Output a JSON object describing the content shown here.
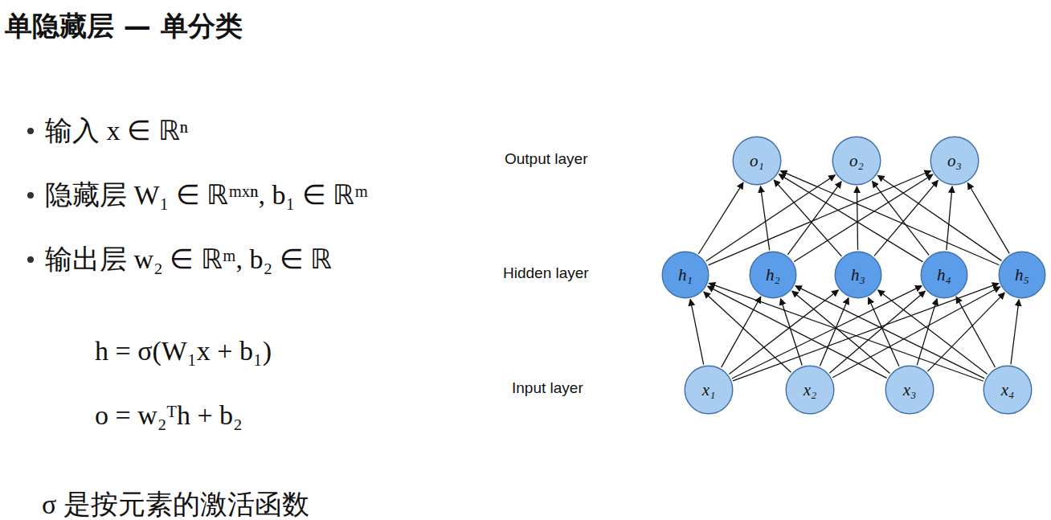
{
  "diagram": {
    "title": "单隐藏层 — 单分类",
    "nodes": [
      {
        "text": [
          "o₁"
        ]
      },
      {
        "text": [
          "o₂"
        ]
      },
      {
        "text": [
          "o₃"
        ]
      },
      {
        "text": [
          "h₁"
        ]
      },
      {
        "text": [
          "h₂"
        ]
      },
      {
        "text": [
          "h₃"
        ]
      },
      {
        "text": [
          "h₄"
        ]
      },
      {
        "text": [
          "h₅"
        ]
      },
      {
        "text": [
          "x₁"
        ]
      },
      {
        "text": [
          "x₂"
        ]
      },
      {
        "text": [
          "x₃"
        ]
      },
      {
        "text": [
          "x₄"
        ]
      }
    ],
    "edges": [
      {
        "from": 8,
        "to": 3,
        "arrow": "to"
      },
      {
        "from": 8,
        "to": 4,
        "arrow": "to"
      },
      {
        "from": 8,
        "to": 5,
        "arrow": "to"
      },
      {
        "from": 8,
        "to": 6,
        "arrow": "to"
      },
      {
        "from": 8,
        "to": 7,
        "arrow": "to"
      },
      {
        "from": 9,
        "to": 3,
        "arrow": "to"
      },
      {
        "from": 9,
        "to": 4,
        "arrow": "to"
      },
      {
        "from": 9,
        "to": 5,
        "arrow": "to"
      },
      {
        "from": 9,
        "to": 6,
        "arrow": "to"
      },
      {
        "from": 9,
        "to": 7,
        "arrow": "to"
      },
      {
        "from": 10,
        "to": 3,
        "arrow": "to"
      },
      {
        "from": 10,
        "to": 4,
        "arrow": "to"
      },
      {
        "from": 10,
        "to": 5,
        "arrow": "to"
      },
      {
        "from": 10,
        "to": 6,
        "arrow": "to"
      },
      {
        "from": 10,
        "to": 7,
        "arrow": "to"
      },
      {
        "from": 11,
        "to": 3,
        "arrow": "to"
      },
      {
        "from": 11,
        "to": 4,
        "arrow": "to"
      },
      {
        "from": 11,
        "to": 5,
        "arrow": "to"
      },
      {
        "from": 11,
        "to": 6,
        "arrow": "to"
      },
      {
        "from": 11,
        "to": 7,
        "arrow": "to"
      },
      {
        "from": 3,
        "to": 0,
        "arrow": "to"
      },
      {
        "from": 3,
        "to": 1,
        "arrow": "to"
      },
      {
        "from": 3,
        "to": 2,
        "arrow": "to"
      },
      {
        "from": 4,
        "to": 0,
        "arrow": "to"
      },
      {
        "from": 4,
        "to": 1,
        "arrow": "to"
      },
      {
        "from": 4,
        "to": 2,
        "arrow": "to"
      },
      {
        "from": 5,
        "to": 0,
        "arrow": "to"
      },
      {
        "from": 5,
        "to": 1,
        "arrow": "to"
      },
      {
        "from": 5,
        "to": 2,
        "arrow": "to"
      },
      {
        "from": 6,
        "to": 0,
        "arrow": "to"
      },
      {
        "from": 6,
        "to": 1,
        "arrow": "to"
      },
      {
        "from": 6,
        "to": 2,
        "arrow": "to"
      },
      {
        "from": 7,
        "to": 0,
        "arrow": "to"
      },
      {
        "from": 7,
        "to": 1,
        "arrow": "to"
      },
      {
        "from": 7,
        "to": 2,
        "arrow": "to"
      }
    ],
    "labels": [
      "输入 x ∈ ℝⁿ",
      "隐藏层 W₁ ∈ ℝᵐˣⁿ, b₁ ∈ ℝᵐ",
      "输出层 w₂ ∈ ℝᵐ, b₂ ∈ ℝ",
      "h = σ(W₁x + b₁)",
      "o = w₂ᵀh + b₂",
      "σ 是按元素的激活函数",
      "Output layer",
      "Hidden layer",
      "Input layer"
    ]
  }
}
